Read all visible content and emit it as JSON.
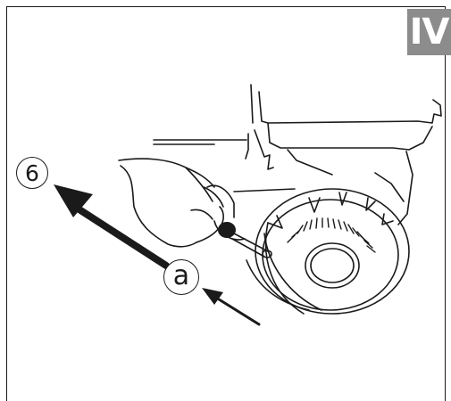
{
  "badge": {
    "label": "IV",
    "color": "#8c8c8c"
  },
  "callouts": {
    "step": "6",
    "part": "a"
  },
  "colors": {
    "line": "#1a1a1a",
    "paper": "#ffffff"
  },
  "icons": [
    "hand-with-screwdriver",
    "engine-housing",
    "starter-fan-cover",
    "direction-arrow"
  ]
}
